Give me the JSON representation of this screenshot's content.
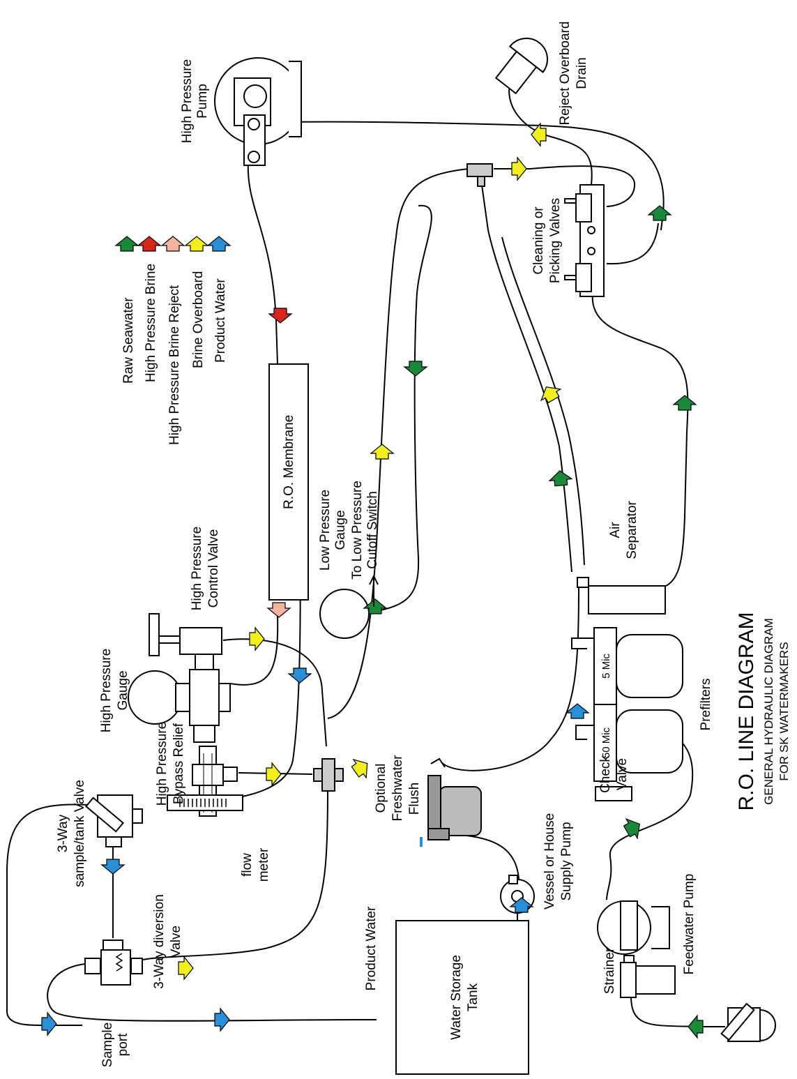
{
  "title": "R.O. LINE DIAGRAM",
  "subtitle_line1": "GENERAL HYDRAULIC DIAGRAM",
  "subtitle_line2": "FOR SK WATERMAKERS",
  "legend": [
    {
      "label": "Raw Seawater",
      "color": "#1a8a3a"
    },
    {
      "label": "High Pressure Brine",
      "color": "#d8261c"
    },
    {
      "label": "High Pressure Brine Reject",
      "color": "#f2b3a0"
    },
    {
      "label": "Brine Overboard",
      "color": "#f3ef1f"
    },
    {
      "label": "Product Water",
      "color": "#2a8fd6"
    }
  ],
  "components": {
    "hp_pump": [
      "High Pressure",
      "Pump"
    ],
    "reject_drain": [
      "Reject Overboard",
      "Drain"
    ],
    "cleaning_valves": [
      "Cleaning or",
      "Picking Valves"
    ],
    "membrane": "R.O. Membrane",
    "hp_control_valve": [
      "High Pressure",
      "Control Valve"
    ],
    "hp_gauge": [
      "High Pressure",
      "Gauge"
    ],
    "bypass_relief": [
      "High Pressure",
      "Bypass Relief"
    ],
    "lp_gauge": [
      "Low Pressure",
      "Gauge"
    ],
    "lp_cutoff": [
      "To Low Pressure",
      "Cutoff Switch"
    ],
    "air_separator": [
      "Air",
      "Separator"
    ],
    "filter_5": "5 Mic",
    "filter_50": "50 Mic",
    "prefilters": "Prefilters",
    "check_valve": [
      "Check",
      "Valve"
    ],
    "feedwater_pump": "Feedwater Pump",
    "strainer": "Strainer",
    "freshwater_flush": [
      "Optional",
      "Freshwater",
      "Flush"
    ],
    "house_pump": [
      "Vessel or House",
      "Supply Pump"
    ],
    "storage_tank": [
      "Water Storage",
      "Tank"
    ],
    "product_water": "Product Water",
    "sample_valve": [
      "3-Way",
      "sample/tank Valve"
    ],
    "flow_meter": [
      "flow",
      "meter"
    ],
    "diversion_valve": [
      "3-Way diversion",
      "Valve"
    ],
    "sample_port": [
      "Sample",
      "port"
    ]
  }
}
